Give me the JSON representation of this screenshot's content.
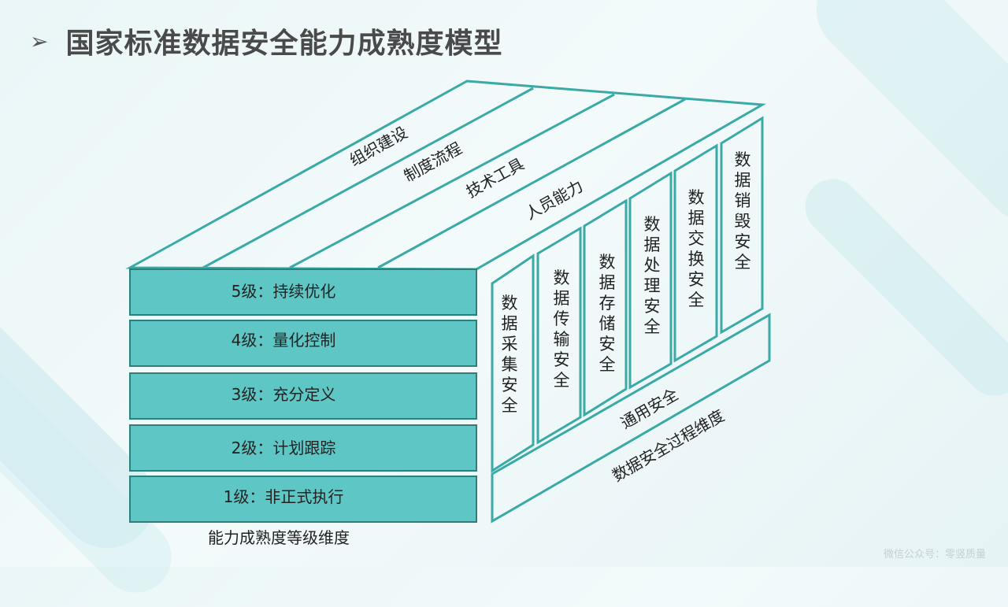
{
  "title": "国家标准数据安全能力成熟度模型",
  "levels": [
    {
      "label": "5级：持续优化"
    },
    {
      "label": "4级：量化控制"
    },
    {
      "label": "3级：充分定义"
    },
    {
      "label": "2级：计划跟踪"
    },
    {
      "label": "1级：非正式执行"
    }
  ],
  "levels_axis_label": "能力成熟度等级维度",
  "capabilities": [
    "组织建设",
    "制度流程",
    "技术工具",
    "人员能力"
  ],
  "process_stages": [
    {
      "chars": "数据采集安全"
    },
    {
      "chars": "数据传输安全"
    },
    {
      "chars": "数据存储安全"
    },
    {
      "chars": "数据处理安全"
    },
    {
      "chars": "数据交换安全"
    },
    {
      "chars": "数据销毁安全"
    }
  ],
  "general_security": "通用安全",
  "process_axis_label": "数据安全过程维度",
  "watermark": "微信公众号：零竖质量",
  "colors": {
    "teal": "#5ec7c5",
    "stroke": "#3aaaa6",
    "dark_stroke": "#2e7f7c"
  }
}
